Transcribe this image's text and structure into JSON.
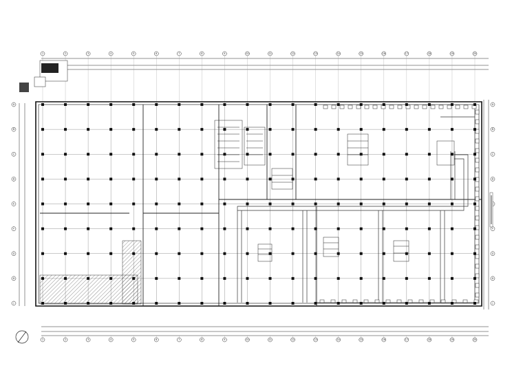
{
  "drawing": {
    "columns": [
      "1",
      "2",
      "3",
      "4",
      "5",
      "6",
      "7",
      "8",
      "9",
      "10",
      "11",
      "12",
      "13",
      "14",
      "15",
      "16",
      "17",
      "18",
      "19",
      "20"
    ],
    "rows": [
      "A",
      "B",
      "C",
      "D",
      "E",
      "F",
      "G",
      "H",
      "J"
    ],
    "title": "",
    "scale": ""
  },
  "colors": {
    "line": "#1a1a1a",
    "hatch": "#444444",
    "duct": "#333333",
    "background": "#ffffff"
  }
}
